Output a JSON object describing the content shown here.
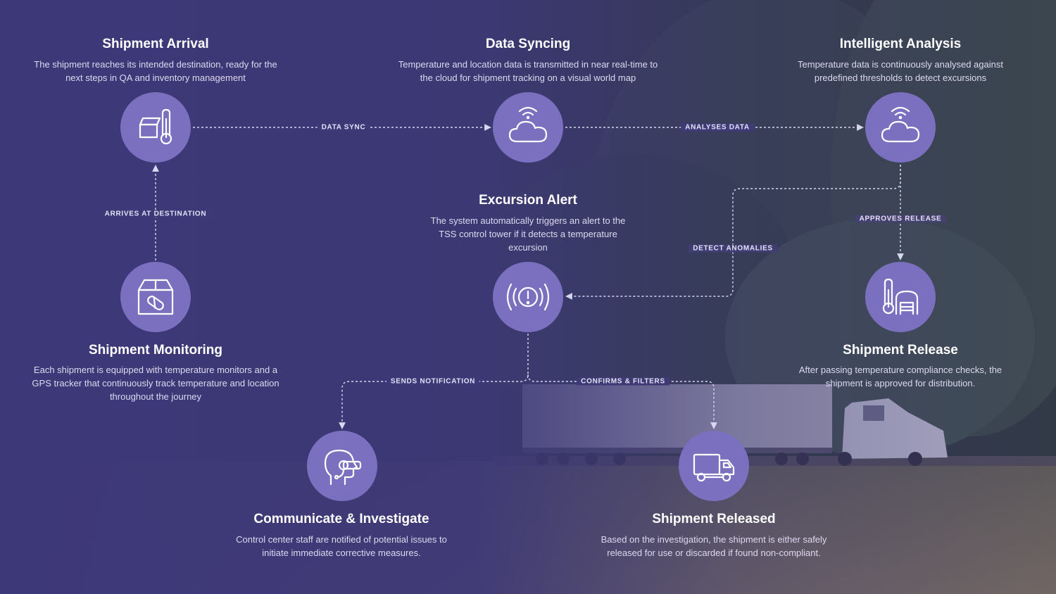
{
  "steps": {
    "shipment_arrival": {
      "title": "Shipment Arrival",
      "description": "The shipment reaches its intended destination, ready for the next steps in QA and inventory management",
      "icon": "box-thermometer-icon"
    },
    "data_syncing": {
      "title": "Data Syncing",
      "description": "Temperature and location data is transmitted in near real-time to the cloud for shipment tracking on a visual world map",
      "icon": "cloud-signal-icon"
    },
    "intelligent_analysis": {
      "title": "Intelligent Analysis",
      "description": "Temperature data is continuously analysed against predefined thresholds to detect excursions",
      "icon": "cloud-signal-icon"
    },
    "excursion_alert": {
      "title": "Excursion Alert",
      "description": "The system automatically triggers an alert to the TSS control tower if it detects a temperature excursion",
      "icon": "alert-broadcast-icon"
    },
    "shipment_monitoring": {
      "title": "Shipment Monitoring",
      "description": "Each shipment is equipped with temperature monitors and a GPS tracker that continuously track temperature and location throughout the journey",
      "icon": "package-pill-icon"
    },
    "shipment_release": {
      "title": "Shipment Release",
      "description": "After passing temperature compliance checks, the shipment is approved for distribution.",
      "icon": "thermometer-warehouse-icon"
    },
    "communicate_investigate": {
      "title": "Communicate & Investigate",
      "description": "Control center staff are notified of potential issues to initiate immediate corrective measures.",
      "icon": "headset-agent-icon"
    },
    "shipment_released": {
      "title": "Shipment Released",
      "description": "Based on the investigation, the shipment is either safely released for use or discarded if found non-compliant.",
      "icon": "delivery-truck-icon"
    }
  },
  "connectors": {
    "data_sync": "DATA SYNC",
    "analyses_data": "ANALYSES DATA",
    "arrives_at_destination": "ARRIVES AT DESTINATION",
    "approves_release": "APPROVES RELEASE",
    "detect_anomalies": "DETECT ANOMALIES",
    "sends_notification": "SENDS NOTIFICATION",
    "confirms_filters": "CONFIRMS & FILTERS"
  },
  "colors": {
    "background": "#3d3878",
    "node_fill": "#7b70bf",
    "connector": "#d9d6f2"
  }
}
